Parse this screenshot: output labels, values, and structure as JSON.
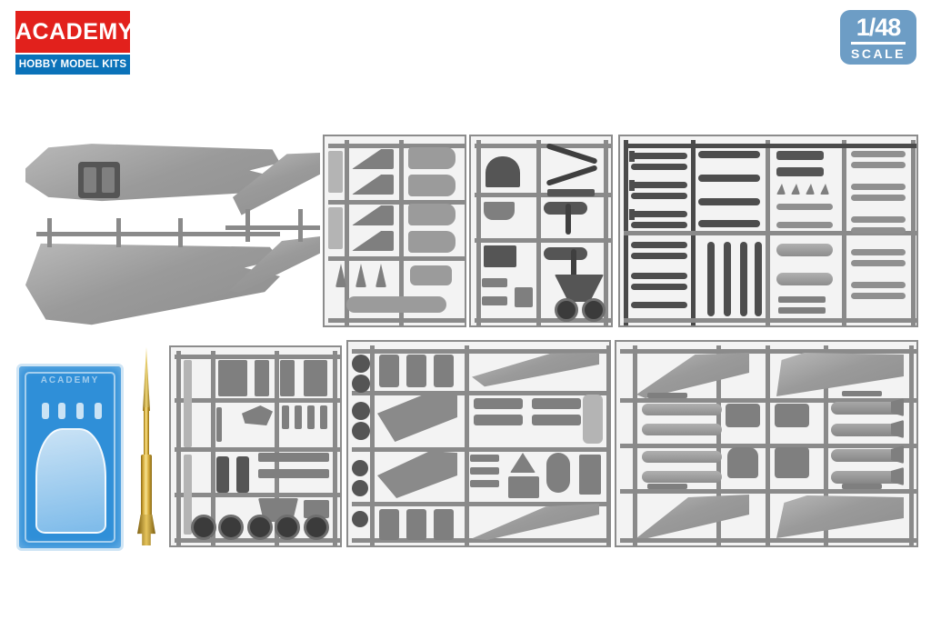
{
  "product": {
    "type": "model-kit-sprue-photo",
    "scale": "1/48",
    "subject": "jet aircraft plastic model kit sprue layout",
    "background_color": "#ffffff"
  },
  "brand": {
    "name": "ACADEMY",
    "tagline": "HOBBY MODEL KITS",
    "logo_red": "#e2211c",
    "logo_blue": "#0b72b9",
    "text_color": "#ffffff"
  },
  "scale_badge": {
    "number": "1/48",
    "word": "SCALE",
    "badge_color": "#6d9dc5",
    "text_color": "#ffffff"
  },
  "clear_parts": {
    "emboss_text": "ACADEMY",
    "backing_color": "#2f8fd8",
    "label": "clear canopy blister pack"
  },
  "metal_part": {
    "label": "brass nose probe",
    "color": "#d8ad3a"
  },
  "sprues": [
    {
      "id": "A",
      "label": "fuselage halves and tail planes",
      "position": "top-left"
    },
    {
      "id": "B",
      "label": "intake and engine detail sprue",
      "position": "top-center-left"
    },
    {
      "id": "C",
      "label": "landing gear and cockpit sprue",
      "position": "top-center-right"
    },
    {
      "id": "D",
      "label": "missiles and ordnance sprue",
      "position": "top-right"
    },
    {
      "id": "E",
      "label": "small detail parts and wheels sprue",
      "position": "bottom-left"
    },
    {
      "id": "F",
      "label": "wing control surfaces and pylons sprue",
      "position": "bottom-center"
    },
    {
      "id": "G",
      "label": "main wings, fuel tanks and bombs sprue",
      "position": "bottom-right"
    }
  ],
  "plastic_colors": {
    "light_gray": "#9b9b9b",
    "mid_gray": "#7f7f7f",
    "dark_gray": "#4d4d4d",
    "runner_gray": "#8a8a8a",
    "sprue_background": "#f3f3f3"
  }
}
